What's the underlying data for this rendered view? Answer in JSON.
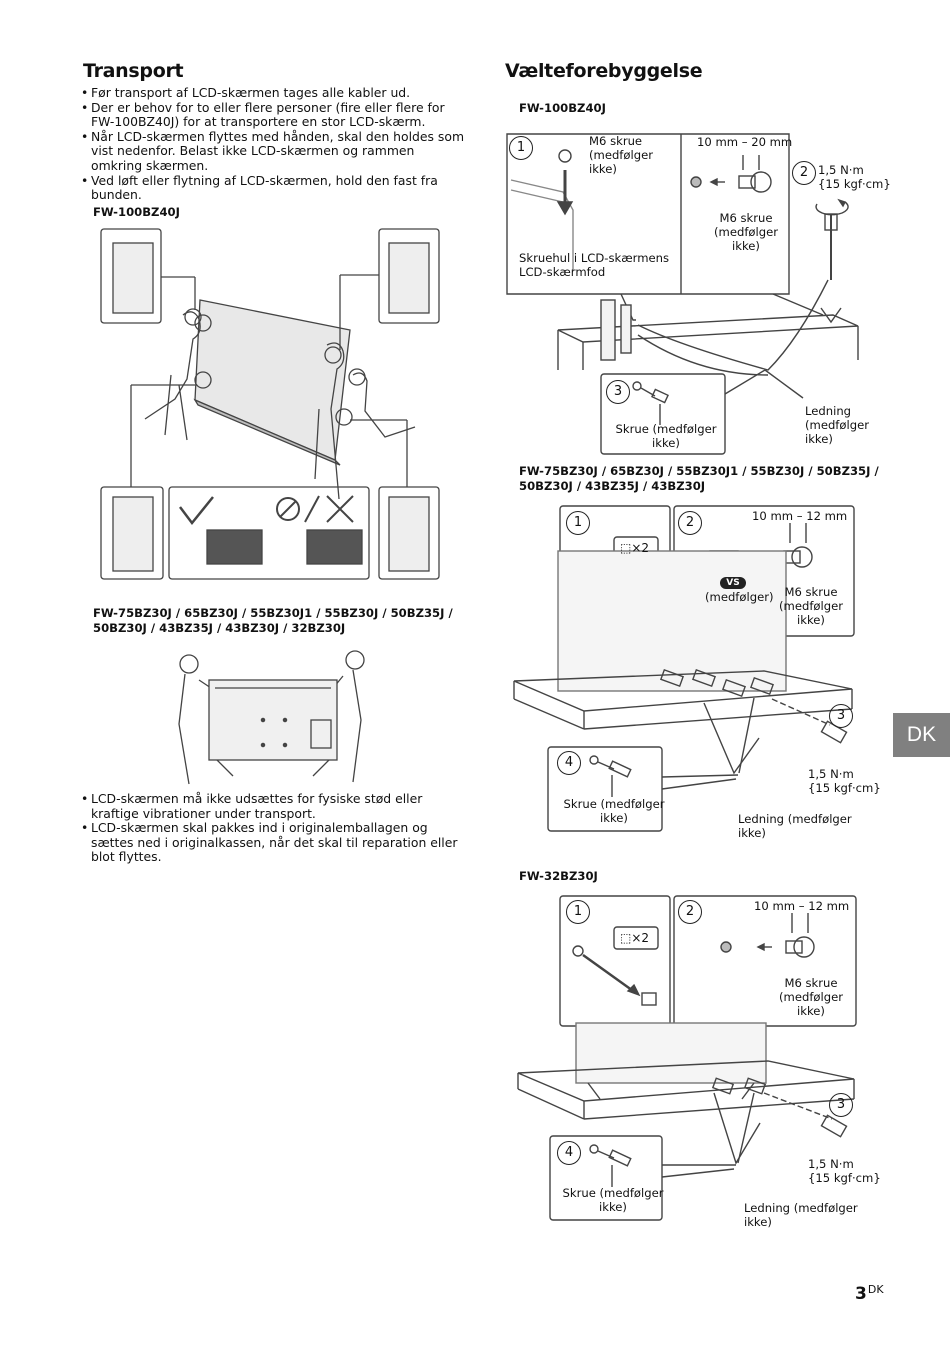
{
  "transport": {
    "title": "Transport",
    "bullets": [
      "Før transport af LCD-skærmen tages alle kabler ud.",
      "Der er behov for to eller flere personer (fire eller flere for FW-100BZ40J) for at transportere en stor LCD-skærm.",
      "Når LCD-skærmen flyttes med hånden, skal den holdes som vist nedenfor. Belast ikke LCD-skærmen og rammen omkring skærmen.",
      "Ved løft eller flytning af LCD-skærmen, hold den fast fra bunden."
    ],
    "model_large": "FW-100BZ40J",
    "models_other_line1": "FW-75BZ30J / 65BZ30J / 55BZ30J1 / 55BZ30J / 50BZ35J /",
    "models_other_line2": "50BZ30J / 43BZ35J / 43BZ30J / 32BZ30J",
    "bullets_after": [
      "LCD-skærmen må ikke udsættes for fysiske stød eller kraftige vibrationer under transport.",
      "LCD-skærmen skal pakkes ind i originalemballagen og sættes ned i originalkassen, når det skal til reparation eller blot flyttes."
    ]
  },
  "anti_tip": {
    "title": "Vælteforebyggelse",
    "fig1": {
      "model": "FW-100BZ40J",
      "step1": "1",
      "step2": "2",
      "step3": "3",
      "m6_screw_top": "M6 skrue\n(medfølger\nikke)",
      "dimension": "10 mm – 20 mm",
      "torque": "1,5 N·m\n{15 kgf·cm}",
      "m6_screw_right": "M6 skrue\n(medfølger\nikke)",
      "screw_hole": "Skruehul i LCD-skærmens\nLCD-skærmfod",
      "screw_supplied": "Skrue (medfølger\nikke)",
      "cord": "Ledning\n(medfølger\nikke)"
    },
    "fig2": {
      "model_line1": "FW-75BZ30J / 65BZ30J / 55BZ30J1 / 55BZ30J / 50BZ35J /",
      "model_line2": "50BZ30J / 43BZ35J / 43BZ30J",
      "step1": "1",
      "step2": "2",
      "step3": "3",
      "step4": "4",
      "times2": "×2",
      "dimension": "10 mm – 12 mm",
      "vs_badge": "VS",
      "supplied": "(medfølger)",
      "m6_screw": "M6 skrue\n(medfølger\nikke)",
      "torque": "1,5 N·m\n{15 kgf·cm}",
      "screw_supplied": "Skrue (medfølger\nikke)",
      "cord": "Ledning (medfølger\nikke)"
    },
    "fig3": {
      "model": "FW-32BZ30J",
      "step1": "1",
      "step2": "2",
      "step3": "3",
      "step4": "4",
      "times2": "×2",
      "dimension": "10 mm – 12 mm",
      "m6_screw": "M6 skrue\n(medfølger\nikke)",
      "torque": "1,5 N·m\n{15 kgf·cm}",
      "screw_supplied": "Skrue (medfølger\nikke)",
      "cord": "Ledning (medfølger\nikke)"
    }
  },
  "side_tab": "DK",
  "page": {
    "number": "3",
    "suffix": "DK"
  },
  "colors": {
    "tab_bg": "#808080",
    "line": "#444444"
  }
}
